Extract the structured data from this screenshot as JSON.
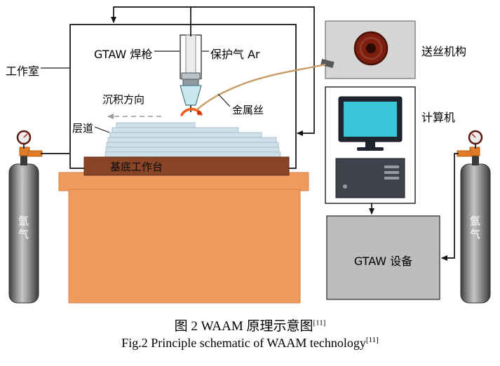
{
  "figure": {
    "labels": {
      "chamber": "工作室",
      "torch": "GTAW 焊枪",
      "shield_gas": "保护气 Ar",
      "deposition_direction": "沉积方向",
      "layers": "层道",
      "substrate_table": "基底工作台",
      "metal_wire": "金属丝",
      "wire_feeder": "送丝机构",
      "computer": "计算机",
      "gtaw_unit": "GTAW 设备",
      "argon_left": "氩气",
      "argon_right": "氩气"
    },
    "caption": {
      "zh": "图 2  WAAM 原理示意图",
      "zh_ref": "[11]",
      "en": "Fig.2  Principle schematic of WAAM technology",
      "en_ref": "[11]"
    },
    "colors": {
      "table_orange": "#EF9A5F",
      "screen_cyan": "#39C6D8",
      "spool_maroon": "#7C1F10",
      "substrate_brown": "#8A4527",
      "layer_blue": "#CFE0EA",
      "gtaw_gray": "#BDBDBD",
      "feeder_gray": "#D6D6D6",
      "valve_orange": "#E07B28",
      "nozzle_teal": "#C9E8EF"
    }
  }
}
